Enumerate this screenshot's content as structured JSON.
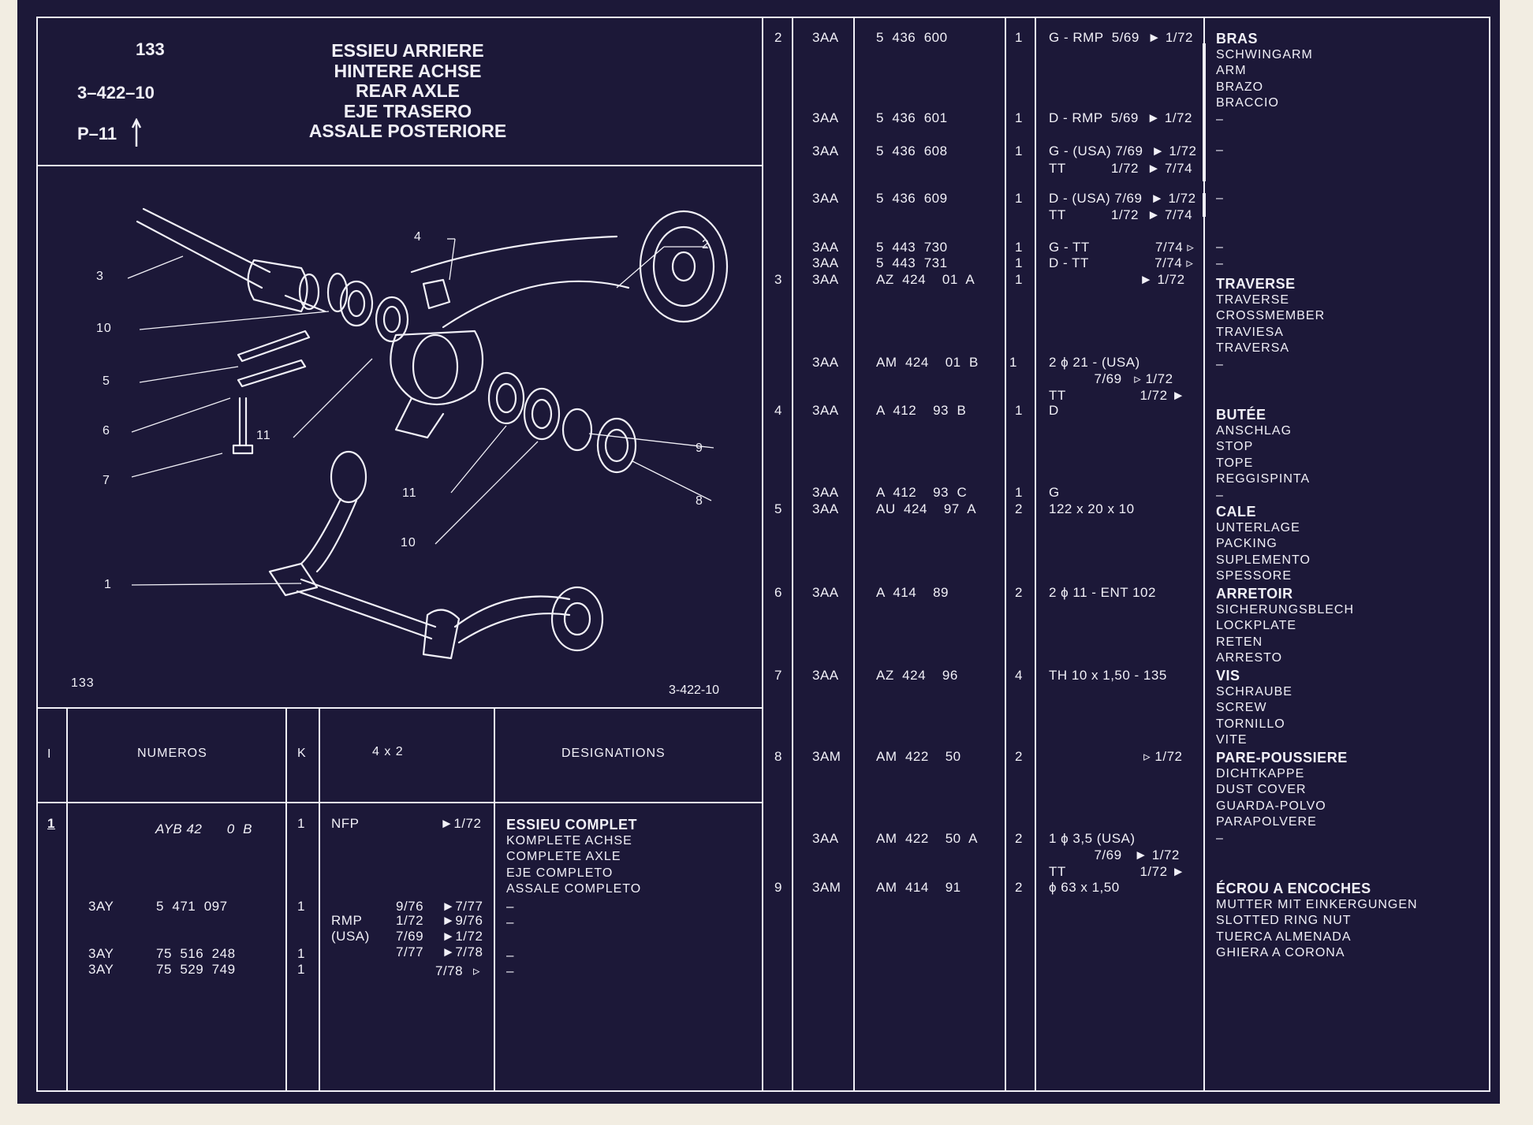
{
  "colors": {
    "background": "#1c1838",
    "ink": "#f1f0f7",
    "paper": "#f2ede2"
  },
  "header": {
    "page_number": "133",
    "ref": "3–422–10",
    "plate": "P–11",
    "plate_icon": "up-arrow-icon",
    "titles": [
      "ESSIEU ARRIERE",
      "HINTERE ACHSE",
      "REAR AXLE",
      "EJE TRASERO",
      "ASSALE POSTERIORE"
    ]
  },
  "diagram": {
    "page_label": "133",
    "ref_label": "3-422-10",
    "callouts": [
      "1",
      "2",
      "3",
      "4",
      "5",
      "6",
      "7",
      "8",
      "9",
      "10",
      "10",
      "11",
      "11"
    ]
  },
  "left_table": {
    "headers": {
      "index": "I",
      "numbers": "NUMEROS",
      "k": "K",
      "config": "4 x 2",
      "designations": "DESIGNATIONS"
    },
    "row": {
      "index": "1",
      "numbers": [
        {
          "prefix": "",
          "number": "AYB 42      0  B"
        },
        {
          "prefix": "3AY",
          "number": "5  471  097"
        },
        {
          "prefix": "3AY",
          "number": "75  516  248"
        },
        {
          "prefix": "3AY",
          "number": "75  529  749"
        }
      ],
      "k": [
        "1",
        "1",
        "1",
        "1"
      ],
      "config": [
        {
          "label": "NFP",
          "date1": "",
          "date2": "►1/72"
        },
        {
          "label": "",
          "date1": "9/76",
          "date2": "►7/77"
        },
        {
          "label": "RMP",
          "date1": "1/72",
          "date2": "►9/76"
        },
        {
          "label": "(USA)",
          "date1": "7/69",
          "date2": "►1/72"
        },
        {
          "label": "",
          "date1": "7/77",
          "date2": "►7/78"
        },
        {
          "label": "",
          "date1": "7/78",
          "date2": "▹"
        }
      ],
      "designations": [
        "ESSIEU COMPLET",
        "KOMPLETE ACHSE",
        "COMPLETE AXLE",
        "EJE COMPLETO",
        "ASSALE COMPLETO",
        "–",
        "–",
        "–",
        "–"
      ]
    }
  },
  "right_rows": [
    {
      "item": "2",
      "code": "3AA",
      "number": "5  436  600",
      "qty": "1",
      "lines": [
        "G - RMP  5/69  ► 1/72"
      ]
    },
    {
      "item": "",
      "code": "3AA",
      "number": "5  436  601",
      "qty": "1",
      "lines": [
        "D - RMP  5/69  ► 1/72"
      ]
    },
    {
      "item": "",
      "code": "3AA",
      "number": "5  436  608",
      "qty": "1",
      "lines": [
        "G - (USA) 7/69  ► 1/72",
        "TT           1/72  ► 7/74"
      ]
    },
    {
      "item": "",
      "code": "3AA",
      "number": "5  436  609",
      "qty": "1",
      "lines": [
        "D - (USA) 7/69  ► 1/72",
        "TT           1/72  ► 7/74"
      ]
    },
    {
      "item": "",
      "code": "3AA",
      "number": "5  443  730",
      "qty": "1",
      "lines": [
        "G - TT                7/74 ▹"
      ]
    },
    {
      "item": "",
      "code": "3AA",
      "number": "5  443  731",
      "qty": "1",
      "lines": [
        "D - TT                7/74 ▹"
      ]
    },
    {
      "item": "3",
      "code": "3AA",
      "number": "AZ  424    01  A",
      "qty": "1",
      "lines": [
        "                      ► 1/72"
      ]
    },
    {
      "item": "",
      "code": "3AA",
      "number": "AM  424    01  B",
      "qty": "1",
      "lines": [
        "2 ϕ 21 - (USA)",
        "           7/69   ▹ 1/72",
        "TT                  1/72 ►"
      ]
    },
    {
      "item": "4",
      "code": "3AA",
      "number": "A  412    93  B",
      "qty": "1",
      "lines": [
        "D"
      ]
    },
    {
      "item": "",
      "code": "3AA",
      "number": "A  412    93  C",
      "qty": "1",
      "lines": [
        "G"
      ]
    },
    {
      "item": "5",
      "code": "3AA",
      "number": "AU  424    97  A",
      "qty": "2",
      "lines": [
        "122 x 20 x 10"
      ]
    },
    {
      "item": "6",
      "code": "3AA",
      "number": "A  414    89",
      "qty": "2",
      "lines": [
        "2 ϕ 11 - ENT 102"
      ]
    },
    {
      "item": "7",
      "code": "3AA",
      "number": "AZ  424    96",
      "qty": "4",
      "lines": [
        "TH 10 x 1,50 - 135"
      ]
    },
    {
      "item": "8",
      "code": "3AM",
      "number": "AM  422    50",
      "qty": "2",
      "lines": [
        "                       ▹ 1/72"
      ]
    },
    {
      "item": "",
      "code": "3AA",
      "number": "AM  422    50  A",
      "qty": "2",
      "lines": [
        "1 ϕ 3,5 (USA)",
        "           7/69   ► 1/72",
        "TT                  1/72 ►"
      ]
    },
    {
      "item": "9",
      "code": "3AM",
      "number": "AM  414    91",
      "qty": "2",
      "lines": [
        "ϕ 63 x 1,50"
      ]
    }
  ],
  "right_designations": [
    {
      "lines": [
        "BRAS",
        "SCHWINGARM",
        "ARM",
        "BRAZO",
        "BRACCIO",
        "–"
      ]
    },
    {
      "lines": [
        "–"
      ]
    },
    {
      "lines": [
        "–"
      ]
    },
    {
      "lines": [
        "–",
        "–"
      ]
    },
    {
      "lines": [
        "TRAVERSE",
        "TRAVERSE",
        "CROSSMEMBER",
        "TRAVIESA",
        "TRAVERSA",
        "–"
      ]
    },
    {
      "lines": [
        "BUTÉE",
        "ANSCHLAG",
        "STOP",
        "TOPE",
        "REGGISPINTA",
        "–"
      ]
    },
    {
      "lines": [
        "CALE",
        "UNTERLAGE",
        "PACKING",
        "SUPLEMENTO",
        "SPESSORE"
      ]
    },
    {
      "lines": [
        "ARRETOIR",
        "SICHERUNGSBLECH",
        "LOCKPLATE",
        "RETEN",
        "ARRESTO"
      ]
    },
    {
      "lines": [
        "VIS",
        "SCHRAUBE",
        "SCREW",
        "TORNILLO",
        "VITE"
      ]
    },
    {
      "lines": [
        "PARE-POUSSIERE",
        "DICHTKAPPE",
        "DUST COVER",
        "GUARDA-POLVO",
        "PARAPOLVERE",
        "–"
      ]
    },
    {
      "lines": [
        "ÉCROU A ENCOCHES",
        "MUTTER MIT EINKERGUNGEN",
        "SLOTTED RING NUT",
        "TUERCA ALMENADA",
        "GHIERA A CORONA"
      ]
    }
  ]
}
